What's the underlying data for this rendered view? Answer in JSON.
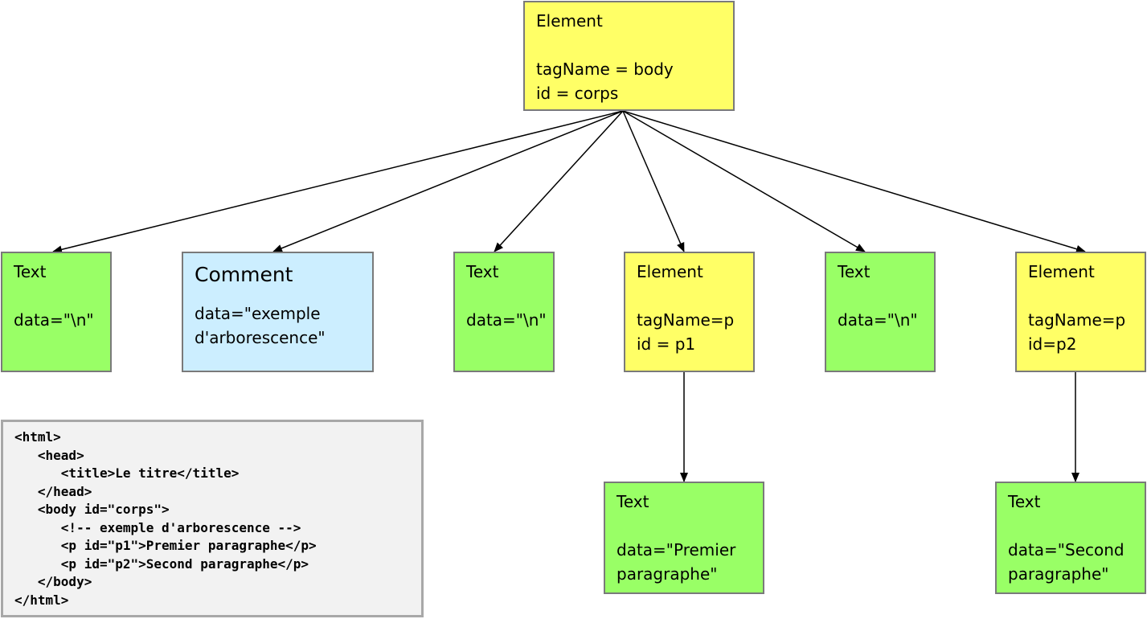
{
  "nodes": {
    "root": {
      "type": "Element",
      "line1": "tagName = body",
      "line2": "id = corps"
    },
    "text1": {
      "type": "Text",
      "line1": "data=\"\\n\""
    },
    "comment": {
      "type": "Comment",
      "line1": "data=\"exemple",
      "line2": "d'arborescence\""
    },
    "text2": {
      "type": "Text",
      "line1": "data=\"\\n\""
    },
    "p1": {
      "type": "Element",
      "line1": "tagName=p",
      "line2": "id = p1"
    },
    "text3": {
      "type": "Text",
      "line1": "data=\"\\n\""
    },
    "p2": {
      "type": "Element",
      "line1": "tagName=p",
      "line2": "id=p2"
    },
    "text_p1": {
      "type": "Text",
      "line1": "data=\"Premier",
      "line2": "paragraphe\""
    },
    "text_p2": {
      "type": "Text",
      "line1": "data=\"Second",
      "line2": "paragraphe\""
    }
  },
  "code_lines": [
    "<html>",
    "   <head>",
    "      <title>Le titre</title>",
    "   </head>",
    "   <body id=\"corps\">",
    "      <!-- exemple d'arborescence -->",
    "      <p id=\"p1\">Premier paragraphe</p>",
    "      <p id=\"p2\">Second paragraphe</p>",
    "   </body>",
    "</html>"
  ],
  "colors": {
    "element": "#ffff66",
    "text": "#99ff66",
    "comment": "#cceeff",
    "code_bg": "#f2f2f2"
  }
}
